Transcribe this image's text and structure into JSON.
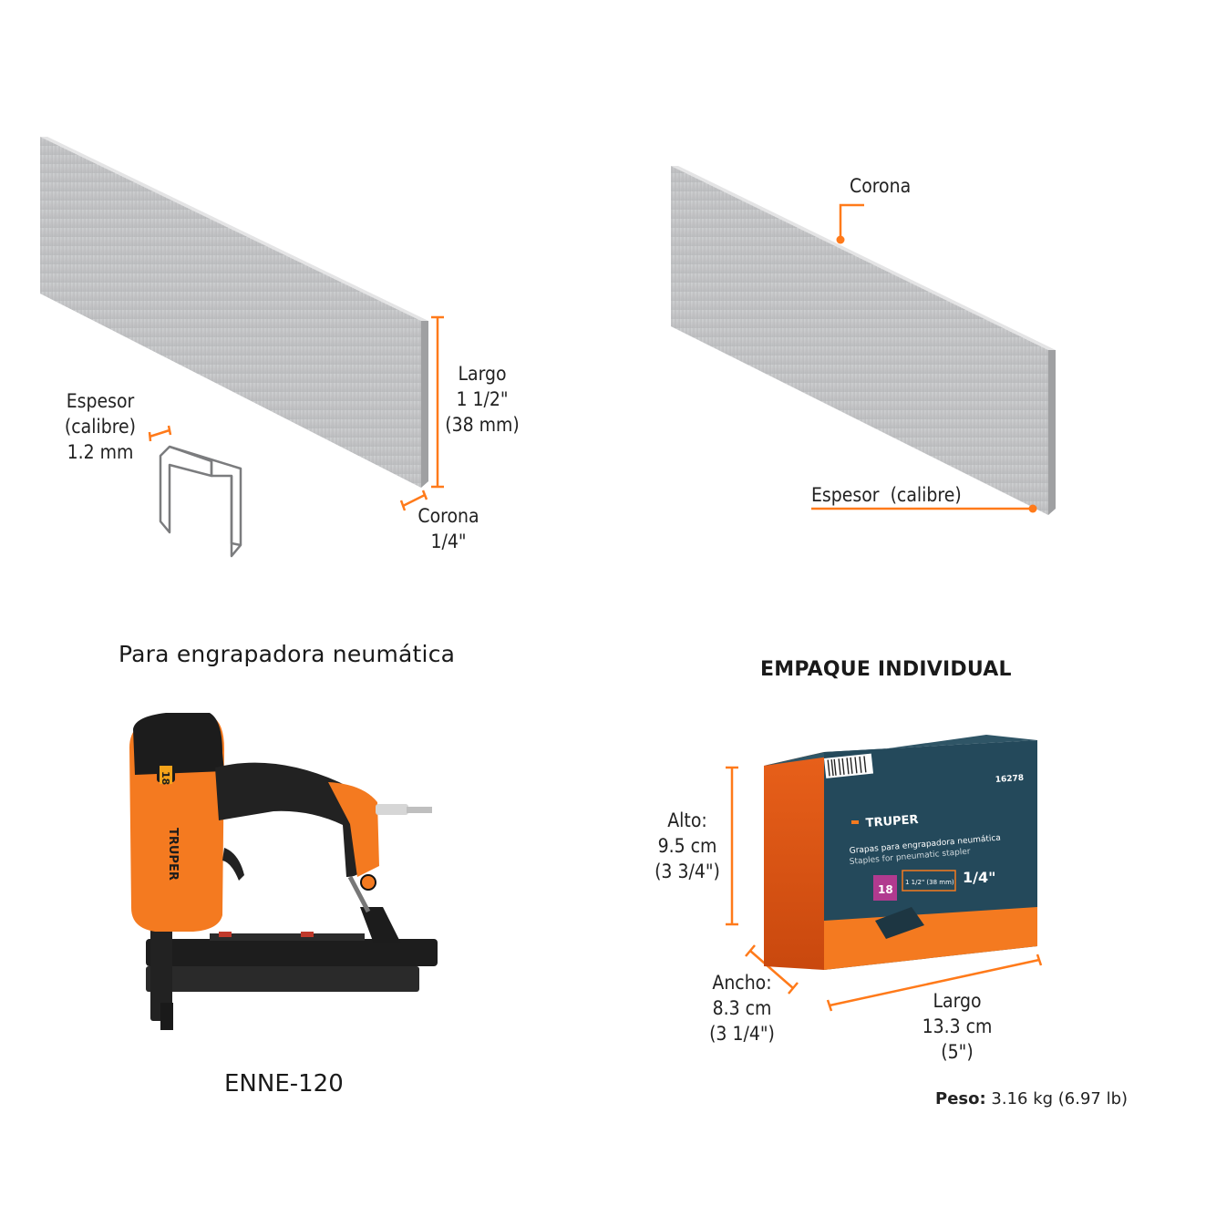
{
  "colors": {
    "accent": "#ff7a1a",
    "box_teal": "#24495b",
    "tool_orange": "#f47a20"
  },
  "staple_diagram": {
    "largo": {
      "line1": "Largo",
      "line2": "1 1/2\"",
      "line3": "(38 mm)"
    },
    "espesor": {
      "line1": "Espesor",
      "line2": "(calibre)",
      "line3": "1.2 mm"
    },
    "corona": {
      "line1": "Corona",
      "line2": "1/4\""
    }
  },
  "staple_callouts": {
    "corona": "Corona",
    "espesor": "Espesor  (calibre)"
  },
  "tool_section": {
    "heading": "Para engrapadora neumática",
    "model": "ENNE-120",
    "badge": "18",
    "brand": "TRUPER"
  },
  "package_section": {
    "heading": "EMPAQUE INDIVIDUAL",
    "alto": {
      "line1": "Alto:",
      "line2": "9.5 cm",
      "line3": "(3 3/4\")"
    },
    "ancho": {
      "line1": "Ancho:",
      "line2": "8.3 cm",
      "line3": "(3 1/4\")"
    },
    "largo": {
      "line1": "Largo",
      "line2": "13.3 cm",
      "line3": "(5\")"
    },
    "weight_label": "Peso:",
    "weight_value": " 3.16 kg (6.97 lb)",
    "box": {
      "brand": "TRUPER",
      "code": "16278",
      "title_es": "Grapas para engrapadora neumática",
      "title_en": "Staples for pneumatic stapler",
      "gauge": "18",
      "crown": "1/4\"",
      "length": "1 1/2\" (38 mm)"
    }
  }
}
